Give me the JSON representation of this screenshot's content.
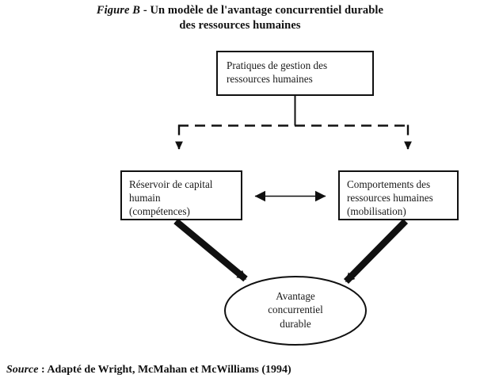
{
  "figure": {
    "label": "Figure B",
    "title_line1": " - Un modèle de l'avantage concurrentiel durable",
    "title_line2": "des ressources humaines",
    "source_word": "Source",
    "source_text": " : Adapté de Wright, McMahan et McWilliams (1994)"
  },
  "nodes": {
    "practices": {
      "id": "pratiques-de-gestion-des-ressources-humaines",
      "text": "Pratiques de gestion des\nressources humaines",
      "shape": "rectangle"
    },
    "human_capital": {
      "id": "reservoir-de-capital-humain",
      "text": "Réservoir de capital\nhumain\n(compétences)",
      "shape": "rectangle"
    },
    "behaviours": {
      "id": "comportements-des-ressources-humaines",
      "text": "Comportements des\nressources humaines\n(mobilisation)",
      "shape": "rectangle"
    },
    "advantage": {
      "id": "avantage-concurrentiel-durable",
      "text": "Avantage\nconcurrentiel\ndurable",
      "shape": "ellipse"
    }
  },
  "connectors": [
    {
      "name": "practices-to-human-capital",
      "style": "dashed",
      "arrow": "single",
      "from": "practices",
      "to": "human_capital"
    },
    {
      "name": "practices-to-behaviours",
      "style": "dashed",
      "arrow": "single",
      "from": "practices",
      "to": "behaviours"
    },
    {
      "name": "human-capital-behaviours-link",
      "style": "solid-thin",
      "arrow": "double",
      "from": "human_capital",
      "to": "behaviours"
    },
    {
      "name": "human-capital-to-advantage",
      "style": "solid-thick",
      "arrow": "single",
      "from": "human_capital",
      "to": "advantage"
    },
    {
      "name": "behaviours-to-advantage",
      "style": "solid-thick",
      "arrow": "single",
      "from": "behaviours",
      "to": "advantage"
    }
  ],
  "colors": {
    "stroke": "#101010",
    "background": "#ffffff",
    "text": "#1a1a1a"
  }
}
